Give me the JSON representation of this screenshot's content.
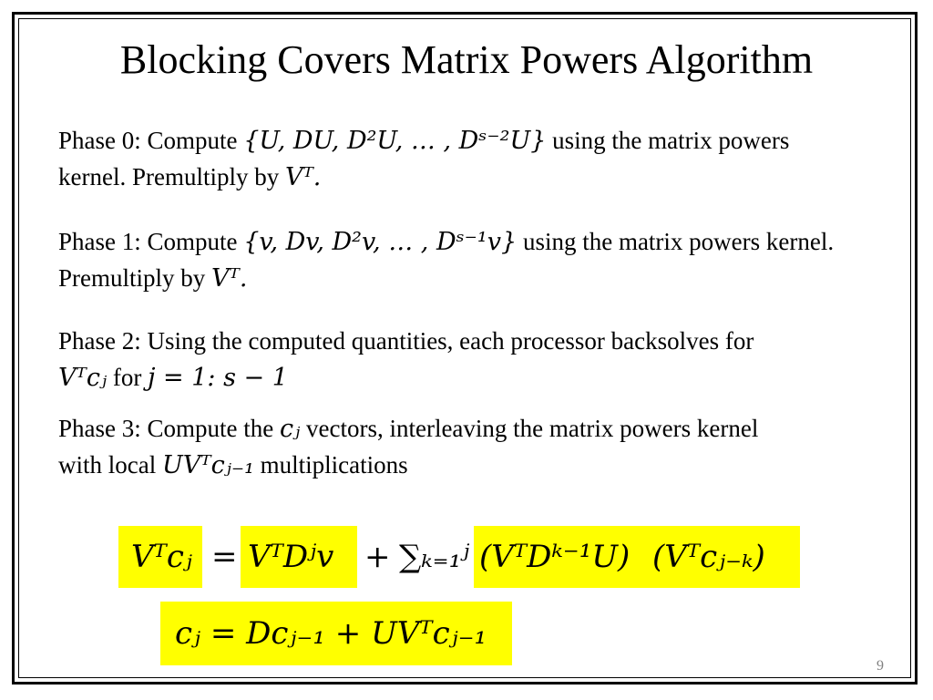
{
  "slide": {
    "title": "Blocking Covers Matrix Powers Algorithm",
    "page_number": "9"
  },
  "phase0": {
    "prefix": "Phase 0: Compute ",
    "set_expr": "{U, DU, D²U, … , Dˢ⁻²U}",
    "suffix": " using the matrix powers",
    "line2_text": "kernel. Premultiply by ",
    "line2_expr": "Vᵀ."
  },
  "phase1": {
    "prefix": "Phase 1: Compute ",
    "set_expr": "{v, Dv, D²v, … , Dˢ⁻¹v}",
    "suffix": " using the matrix powers kernel.",
    "line2_text": "Premultiply by ",
    "line2_expr": "Vᵀ."
  },
  "phase2": {
    "line1": "Phase 2: Using the computed quantities, each processor backsolves for",
    "expr1": "Vᵀcⱼ",
    "middle": " for ",
    "expr2": "j = 1: s − 1"
  },
  "phase3": {
    "prefix": "Phase 3: Compute the ",
    "expr1": "cⱼ",
    "suffix": " vectors, interleaving the matrix powers kernel",
    "line2_text": "with local ",
    "line2_expr": "UVᵀcⱼ₋₁",
    "line2_end": " multiplications"
  },
  "equation1": {
    "lhs": "Vᵀcⱼ",
    "equals": "=",
    "term1": "VᵀDʲv",
    "plus": "+",
    "sum": "∑ₖ₌₁ʲ",
    "term2": "(VᵀDᵏ⁻¹U)",
    "term3": "(Vᵀcⱼ₋ₖ)"
  },
  "equation2": {
    "text": "cⱼ = Dcⱼ₋₁ + UVᵀcⱼ₋₁"
  },
  "colors": {
    "highlight": "#ffff00",
    "border": "#000000",
    "page_number": "#808080"
  }
}
